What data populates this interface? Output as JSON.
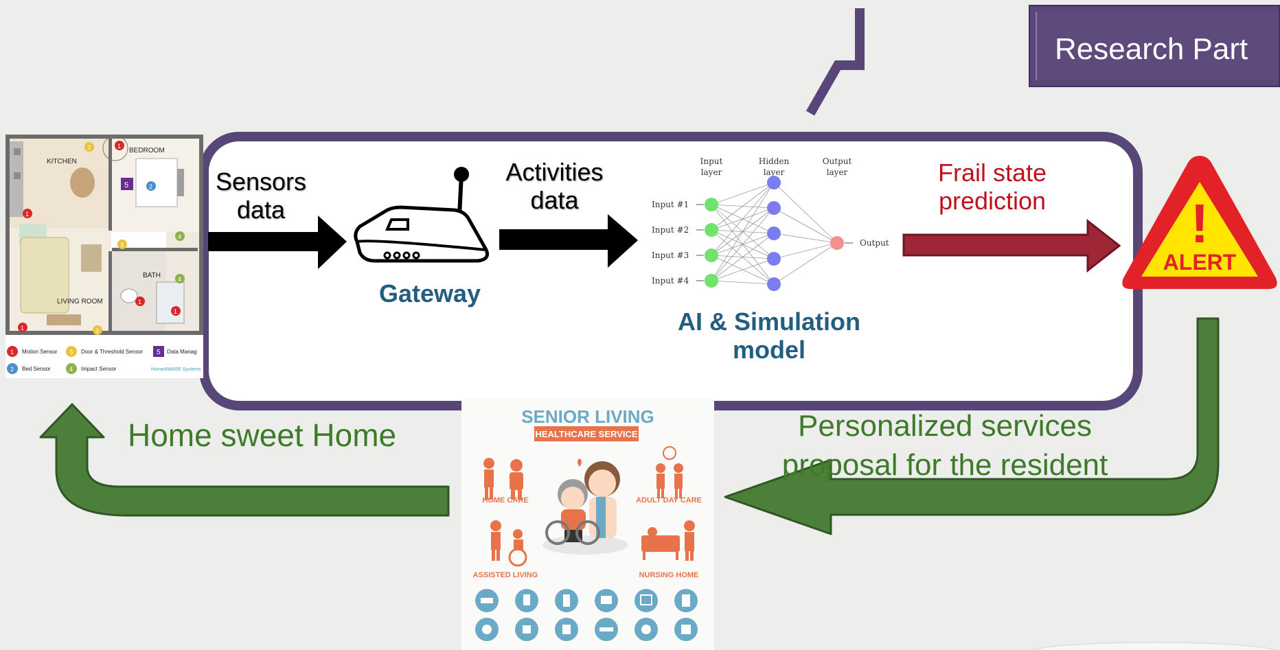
{
  "research_label": "Research Part",
  "flow": {
    "sensors": {
      "line1": "Sensors",
      "line2": "data"
    },
    "activities": {
      "line1": "Activities",
      "line2": "data"
    },
    "gateway": "Gateway",
    "ai_model": {
      "line1": "AI & Simulation",
      "line2": "model"
    },
    "frail": {
      "line1": "Frail state",
      "line2": "prediction"
    },
    "personalized": {
      "line1": "Personalized services",
      "line2": "proposal for the resident"
    },
    "home": "Home sweet Home"
  },
  "alert": {
    "text": "ALERT",
    "mark": "!"
  },
  "neural_net": {
    "input_header": {
      "line1": "Input",
      "line2": "layer"
    },
    "hidden_header": {
      "line1": "Hidden",
      "line2": "layer"
    },
    "output_header": {
      "line1": "Output",
      "line2": "layer"
    },
    "inputs": [
      "Input #1",
      "Input #2",
      "Input #3",
      "Input #4"
    ],
    "output_label": "Output"
  },
  "floorplan": {
    "rooms": {
      "kitchen": "KITCHEN",
      "bedroom": "BEDROOM",
      "bath": "BATH",
      "living": "LIVING ROOM"
    },
    "legend": {
      "motion": "Motion Sensor",
      "door": "Door & Threshold Sensor",
      "data": "Data Manag",
      "bed": "Bed Sensor",
      "impact": "Impact Sensor",
      "brand": "HomeAWARE Systems"
    },
    "badges": {
      "one": "1",
      "two": "2",
      "three": "3",
      "four": "4",
      "five": "5"
    }
  },
  "senior": {
    "title": "SENIOR LIVING",
    "subtitle": "HEALTHCARE SERVICE",
    "home_care": "HOME CARE",
    "adult_day": "ADULT DAY CARE",
    "assisted": "ASSISTED LIVING",
    "nursing": "NURSING HOME"
  },
  "colors": {
    "purple": "#574677",
    "green": "#4c7f3a",
    "green_text": "#3d7a2a",
    "dark_red": "#9e2636",
    "blue_text": "#235d80",
    "alert_red": "#e32228",
    "alert_yellow": "#ffe500",
    "orange": "#e8734a",
    "teal": "#6aaac6"
  }
}
